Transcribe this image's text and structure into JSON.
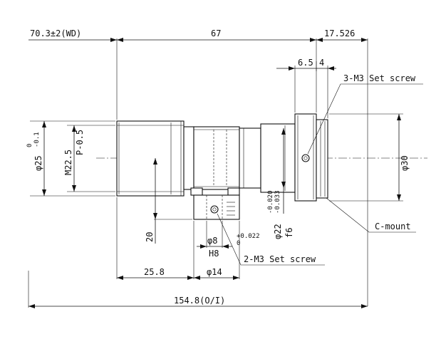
{
  "dimensions": {
    "working_distance": "70.3±2(WD)",
    "length_67": "67",
    "length_17526": "17.526",
    "d_6_5": "6.5",
    "d_4": "4",
    "total_length": "154.8(O/I)",
    "d_25_8": "25.8",
    "d_20": "20",
    "phi_25": "φ25",
    "phi_25_tol_upper": "0",
    "phi_25_tol_lower": "-0.1",
    "m22_5": "M22.5",
    "pitch": "P-0.5",
    "phi_30": "φ30",
    "phi_8": "φ8",
    "phi_8_tol_upper": "+0.022",
    "phi_8_tol_lower": "0",
    "h8": "H8",
    "phi_14": "φ14",
    "phi_22": "φ22",
    "phi_22_tol_upper": "-0.020",
    "phi_22_tol_lower": "-0.033",
    "f6": "f6"
  },
  "callouts": {
    "set_screw_3": "3-M3 Set screw",
    "set_screw_2": "2-M3 Set screw",
    "c_mount": "C-mount"
  }
}
